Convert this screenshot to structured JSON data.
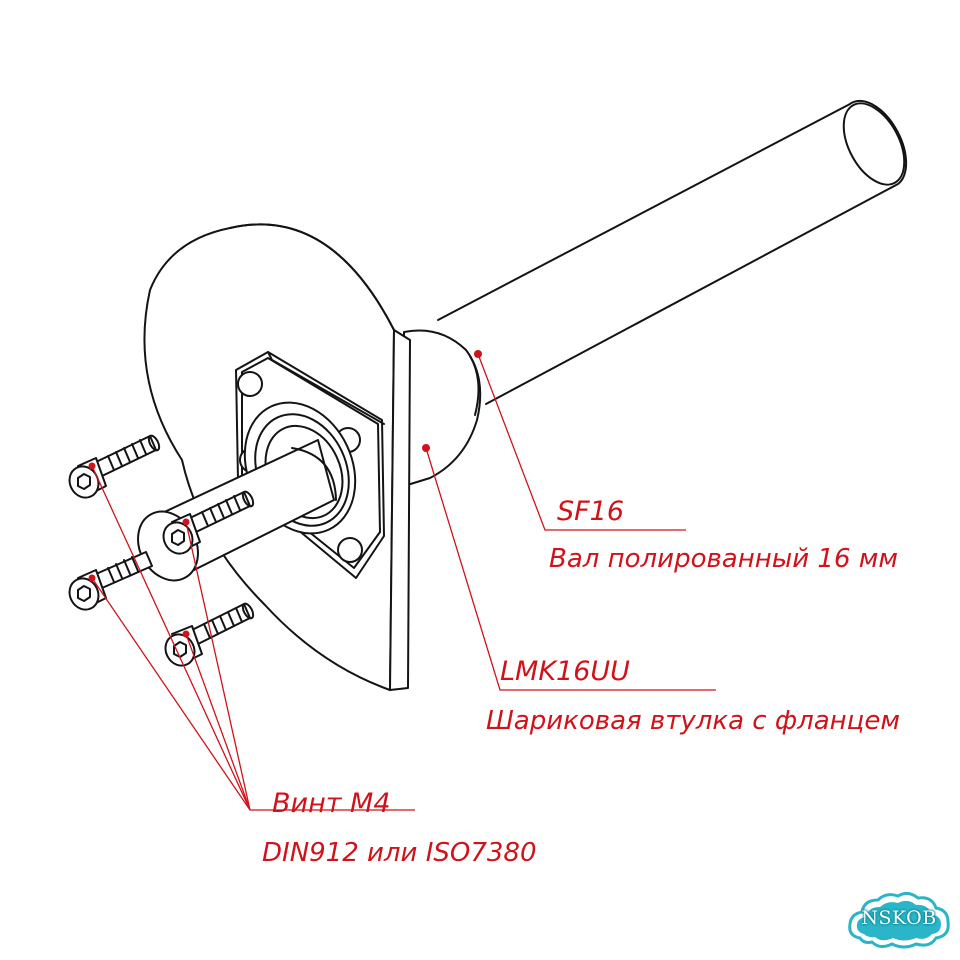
{
  "colors": {
    "line": "#141414",
    "callout": "#d0131a",
    "logo": "#2ab6c8"
  },
  "labels": {
    "shaft_code": "SF16",
    "shaft_desc": "Вал полированный 16 мм",
    "bearing_code": "LMK16UU",
    "bearing_desc": "Шариковая втулка с фланцем",
    "screw_code": "Винт М4",
    "screw_desc": "DIN912 или ISO7380"
  },
  "logo": {
    "text": "NSKOB"
  },
  "icons": [
    "hex-socket-icon",
    "cloud-logo-icon"
  ]
}
